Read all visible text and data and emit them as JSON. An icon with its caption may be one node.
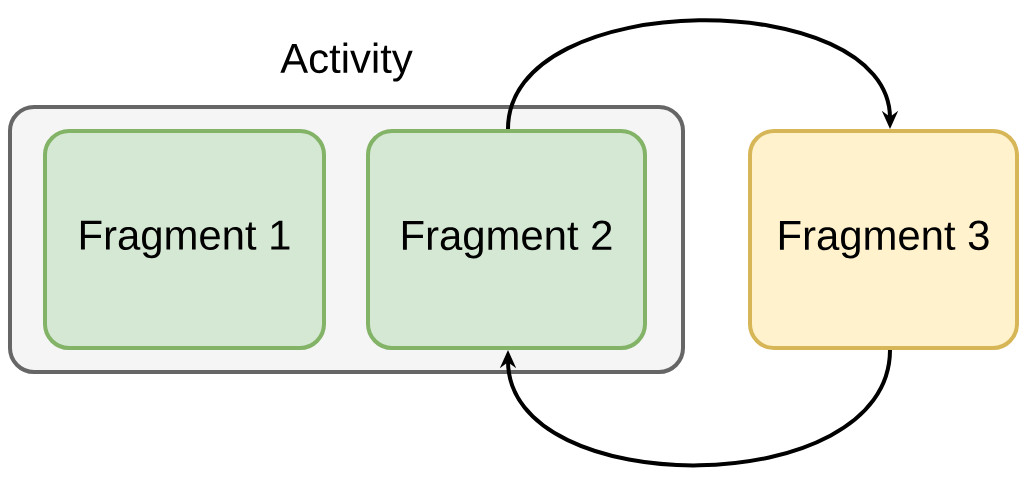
{
  "diagram": {
    "nodes": [
      {
        "text": [
          "Activity"
        ]
      },
      {
        "text": [
          "Fragment 1"
        ],
        "in": 0
      },
      {
        "text": [
          "Fragment 2"
        ],
        "in": 0
      },
      {
        "text": [
          "Fragment 3"
        ]
      }
    ],
    "edges": [
      {
        "from": 2,
        "to": 3,
        "arrow": "to"
      },
      {
        "from": 3,
        "to": 2,
        "arrow": "to"
      }
    ]
  }
}
